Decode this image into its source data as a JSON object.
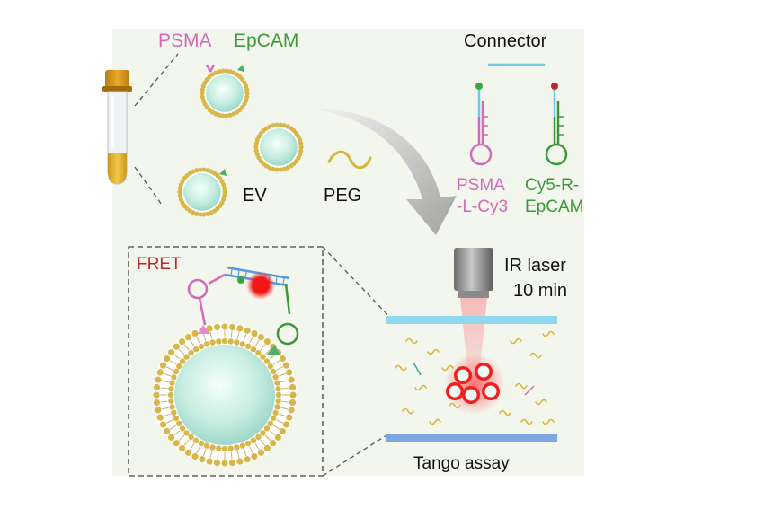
{
  "labels": {
    "psma": "PSMA",
    "epcam": "EpCAM",
    "connector": "Connector",
    "ev": "EV",
    "peg": "PEG",
    "probe_psma_line1": "PSMA",
    "probe_psma_line2": "-L-Cy3",
    "probe_epcam_line1": "Cy5-R-",
    "probe_epcam_line2": "EpCAM",
    "fret": "FRET",
    "ir_laser_line1": "IR laser",
    "ir_laser_line2": "10 min",
    "tango_assay": "Tango assay"
  },
  "colors": {
    "panel_bg": "#f3f6ec",
    "psma_pink": "#d26ab8",
    "epcam_green": "#3a9a3a",
    "connector_blue": "#6ec8e8",
    "fret_red": "#c0282a",
    "membrane_gold": "#d7b64a",
    "vesicle_core": "#c9eee2",
    "arrow_gray": "#a0a0a0"
  }
}
